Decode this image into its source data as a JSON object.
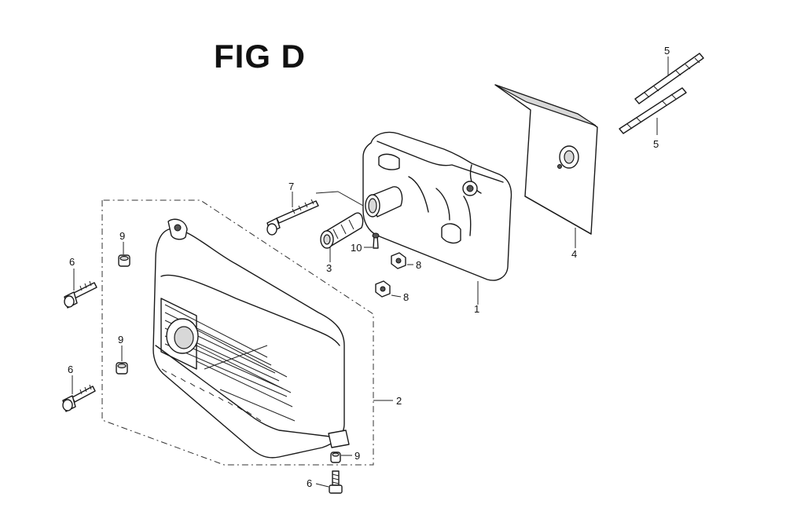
{
  "title": "FIG D",
  "callouts": [
    {
      "id": "c1",
      "text": "1"
    },
    {
      "id": "c2",
      "text": "2"
    },
    {
      "id": "c3",
      "text": "3"
    },
    {
      "id": "c4",
      "text": "4"
    },
    {
      "id": "c5a",
      "text": "5"
    },
    {
      "id": "c5b",
      "text": "5"
    },
    {
      "id": "c6a",
      "text": "6"
    },
    {
      "id": "c6b",
      "text": "6"
    },
    {
      "id": "c6c",
      "text": "6"
    },
    {
      "id": "c7",
      "text": "7"
    },
    {
      "id": "c8a",
      "text": "8"
    },
    {
      "id": "c8b",
      "text": "8"
    },
    {
      "id": "c9a",
      "text": "9"
    },
    {
      "id": "c9b",
      "text": "9"
    },
    {
      "id": "c9c",
      "text": "9"
    },
    {
      "id": "c10",
      "text": "10"
    }
  ]
}
